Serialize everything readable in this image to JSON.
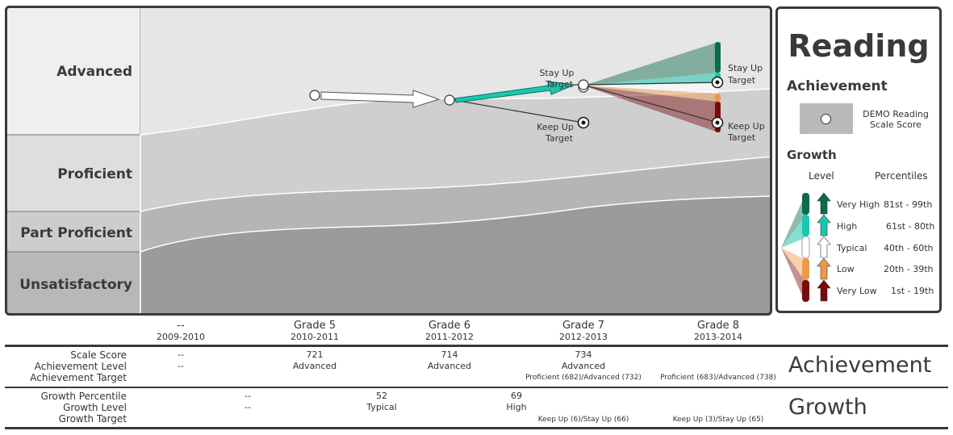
{
  "levels": {
    "advanced": "Advanced",
    "proficient": "Proficient",
    "part_proficient": "Part Proficient",
    "unsatisfactory": "Unsatisfactory"
  },
  "annotations": {
    "stay_up_1": "Stay Up",
    "target_1": "Target",
    "keep_up_1": "Keep Up",
    "target_2": "Target",
    "stay_up_2": "Stay Up",
    "target_3": "Target",
    "keep_up_2": "Keep Up",
    "target_4": "Target"
  },
  "legend": {
    "title": "Reading",
    "achievement": "Achievement",
    "score_label_1": "DEMO Reading",
    "score_label_2": "Scale Score",
    "growth": "Growth",
    "level_header": "Level",
    "percentiles_header": "Percentiles",
    "rows": [
      {
        "level": "Very High",
        "range": "81st  - 99th",
        "color": "#0b6b4a"
      },
      {
        "level": "High",
        "range": "61st - 80th",
        "color": "#19c7ad"
      },
      {
        "level": "Typical",
        "range": "40th - 60th",
        "color": "#ffffff"
      },
      {
        "level": "Low",
        "range": "20th - 39th",
        "color": "#ec9a48"
      },
      {
        "level": "Very Low",
        "range": "1st - 19th",
        "color": "#7a0a0a"
      }
    ]
  },
  "grades": [
    {
      "name": "--",
      "year": "2009-2010"
    },
    {
      "name": "Grade 5",
      "year": "2010-2011"
    },
    {
      "name": "Grade 6",
      "year": "2011-2012"
    },
    {
      "name": "Grade 7",
      "year": "2012-2013"
    },
    {
      "name": "Grade 8",
      "year": "2013-2014"
    }
  ],
  "achievement_rows": {
    "labels": [
      "Scale Score",
      "Achievement Level",
      "Achievement Target"
    ],
    "section": "Achievement",
    "scale_score": [
      "--",
      "721",
      "714",
      "734",
      ""
    ],
    "level": [
      "--",
      "Advanced",
      "Advanced",
      "Advanced",
      ""
    ],
    "target": [
      "",
      "",
      "",
      "Proficient (682)/Advanced (732)",
      "Proficient (683)/Advanced (738)"
    ]
  },
  "growth_rows": {
    "labels": [
      "Growth Percentile",
      "Growth Level",
      "Growth Target"
    ],
    "section": "Growth",
    "percentile": [
      "--",
      "52",
      "69",
      ""
    ],
    "level": [
      "--",
      "Typical",
      "High",
      ""
    ],
    "target": [
      "",
      "",
      "Keep Up (6)/Stay Up (66)",
      "Keep Up (3)/Stay Up (65)"
    ]
  },
  "colors": {
    "frame": "#3a3a3a",
    "band_advanced": "#e6e6e6",
    "band_proficient": "#cfcfcf",
    "band_part": "#b5b5b5",
    "band_unsat": "#9b9b9b",
    "growth_high": "#19c7ad",
    "growth_very_high": "#0b6b4a",
    "growth_low": "#ec9a48",
    "growth_very_low": "#7a0a0a"
  }
}
